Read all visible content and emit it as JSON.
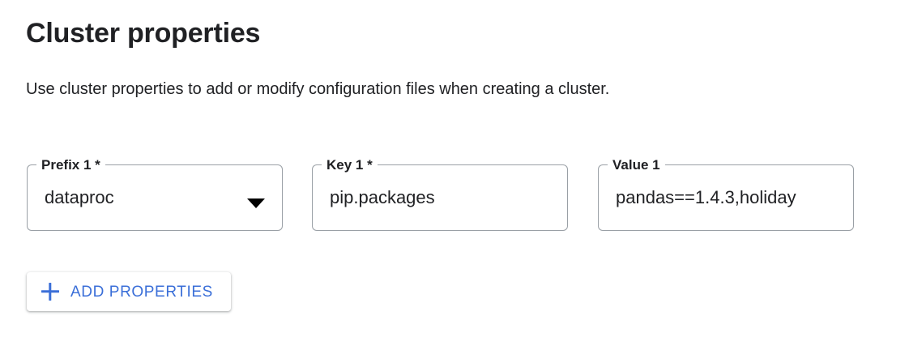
{
  "header": {
    "title": "Cluster properties",
    "subtitle": "Use cluster properties to add or modify configuration files when creating a cluster."
  },
  "properties_row": {
    "prefix_field": {
      "label": "Prefix 1 *",
      "value": "dataproc",
      "control": "select",
      "icon": "chevron-down-icon"
    },
    "key_field": {
      "label": "Key 1 *",
      "value": "pip.packages",
      "control": "text"
    },
    "value_field": {
      "label": "Value 1",
      "value": "pandas==1.4.3,holiday",
      "control": "text"
    }
  },
  "actions": {
    "add_properties": {
      "label": "ADD PROPERTIES",
      "icon": "plus-icon"
    }
  },
  "colors": {
    "accent_blue": "#3b6fd8",
    "text_primary": "#202124",
    "field_border": "#9aa0a6",
    "background": "#ffffff"
  }
}
